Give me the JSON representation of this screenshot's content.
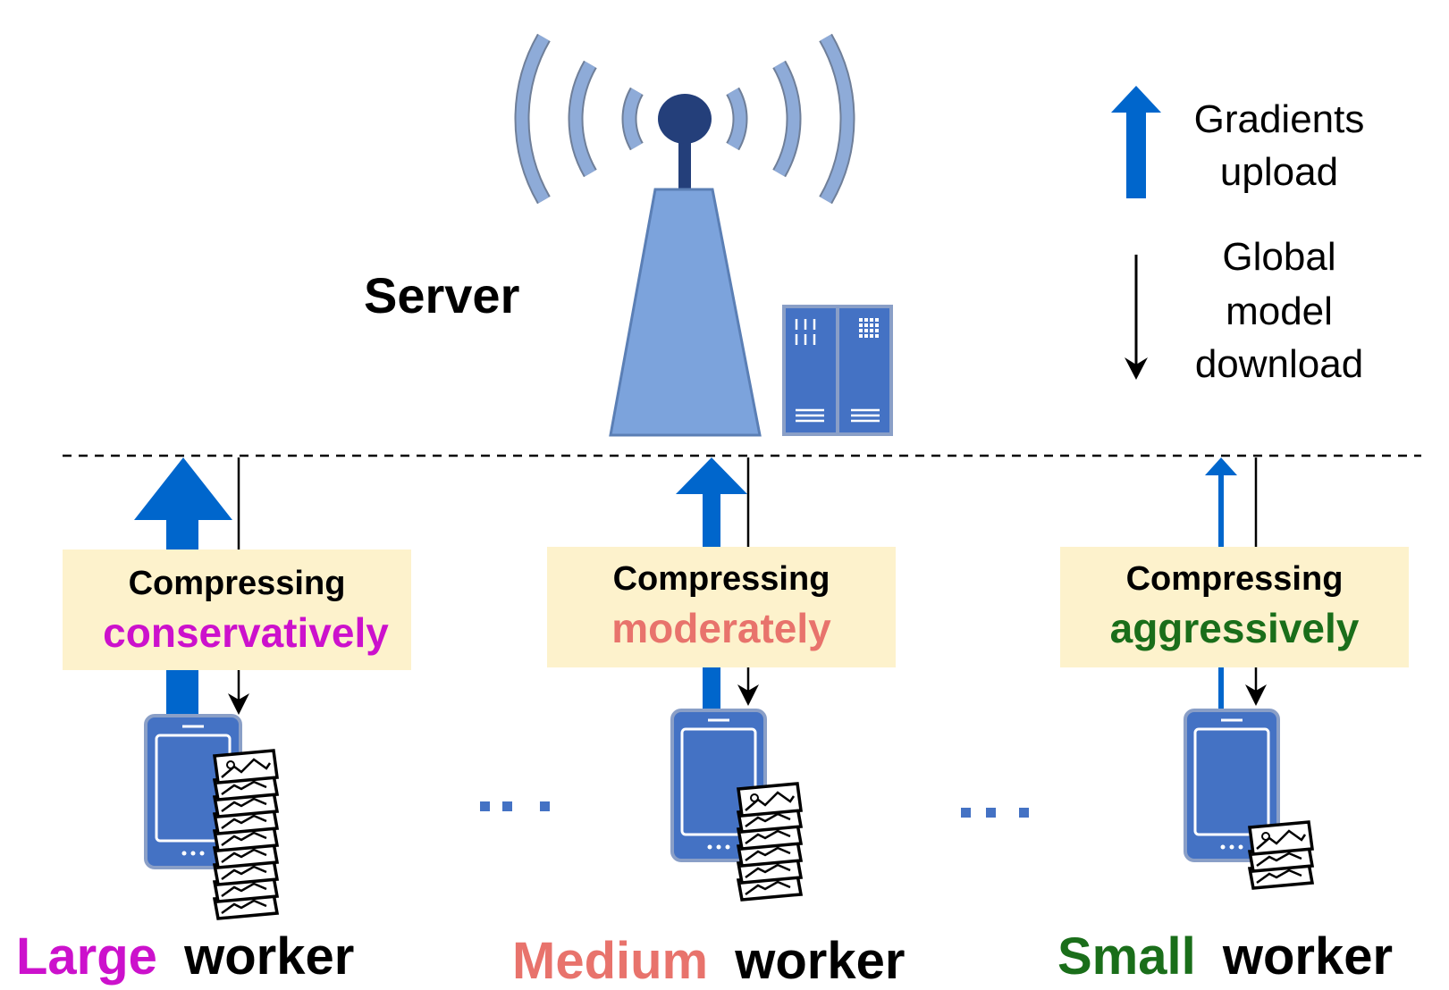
{
  "server": {
    "label": "Server"
  },
  "legend": {
    "upload_line1": "Gradients",
    "upload_line2": "upload",
    "download_line1": "Global",
    "download_line2": "model",
    "download_line3": "download"
  },
  "workers": [
    {
      "compress_word": "Compressing",
      "compress_level": "conservatively",
      "size_word": "Large",
      "worker_word": "worker",
      "color": "#cc11cc"
    },
    {
      "compress_word": "Compressing",
      "compress_level": "moderately",
      "size_word": "Medium",
      "worker_word": "worker",
      "color": "#e8736c"
    },
    {
      "compress_word": "Compressing",
      "compress_level": "aggressively",
      "size_word": "Small",
      "worker_word": "worker",
      "color": "#1a6e1a"
    }
  ],
  "colors": {
    "tower": "#7ca3dc",
    "tower_stroke": "#5b7fb5",
    "antenna": "#243f7a",
    "waves": "#8eabd8",
    "server_rack": "#4472c4",
    "phone": "#4472c4",
    "upload_arrow": "#0066cc",
    "label_box": "#fdf2cc",
    "dots": "#4472c4"
  }
}
